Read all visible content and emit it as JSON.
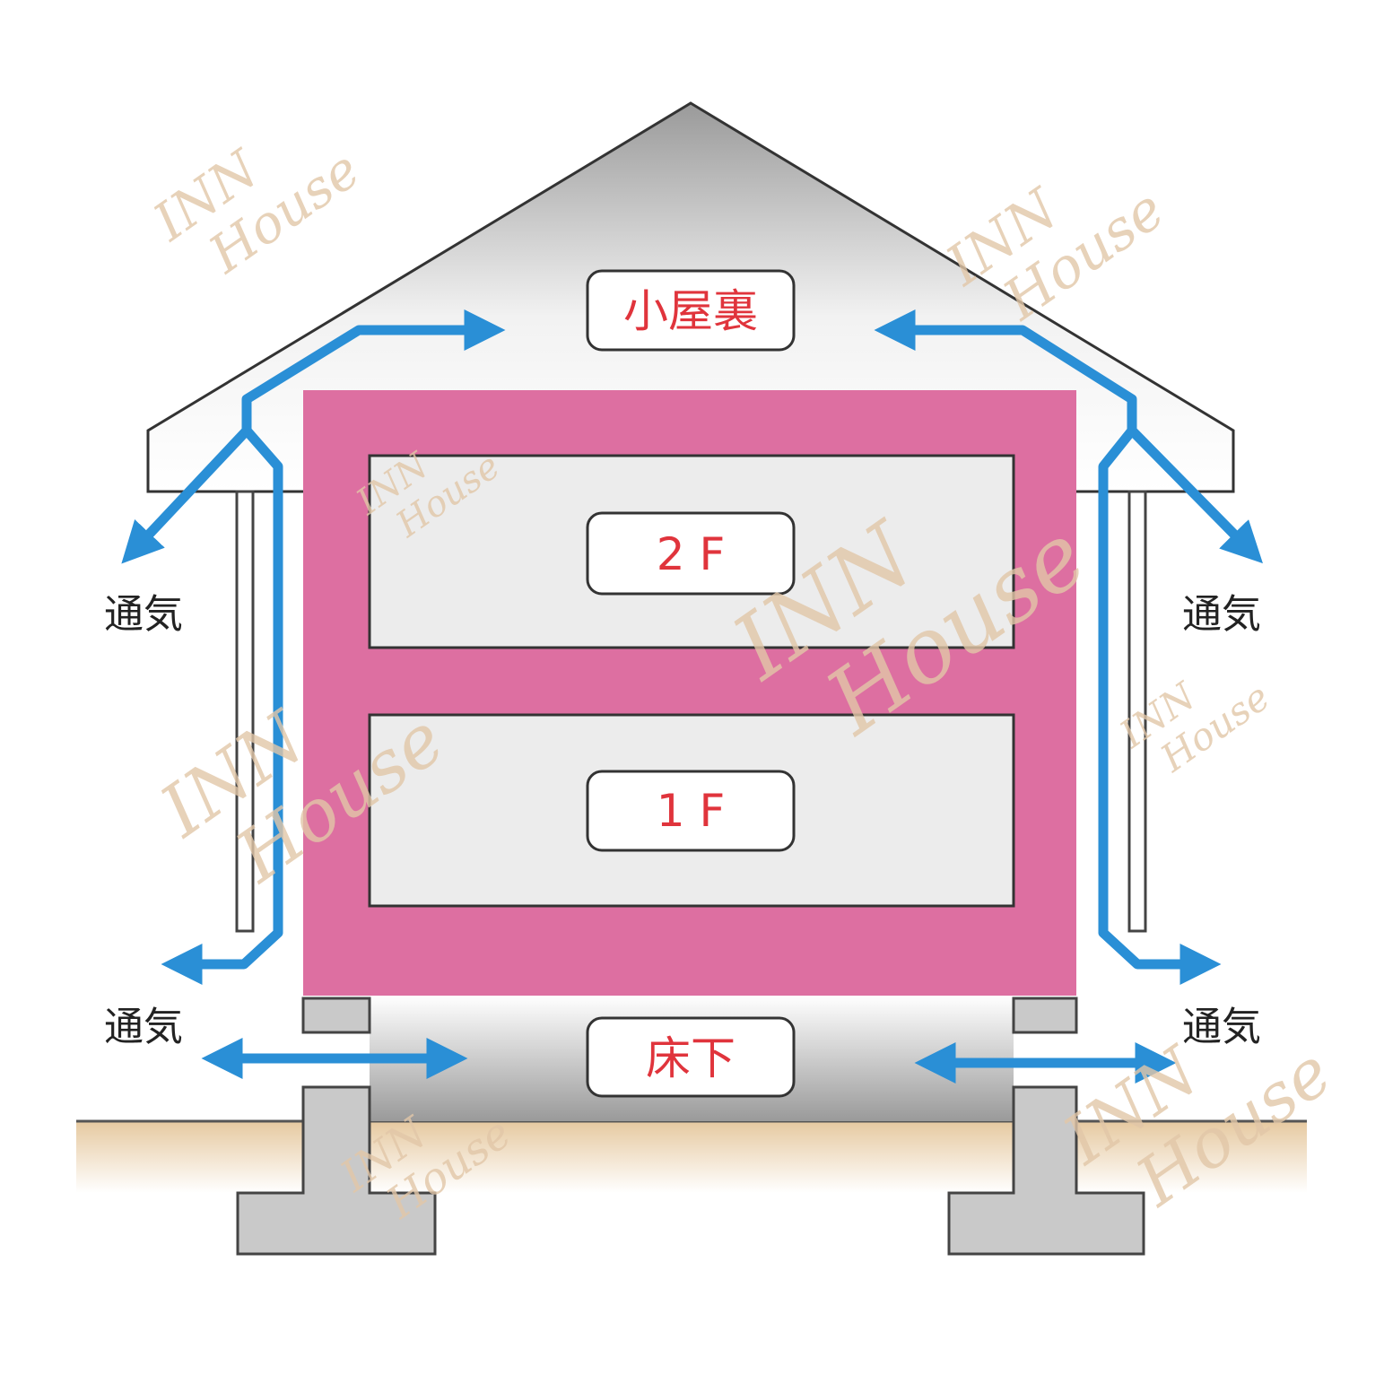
{
  "labels": {
    "attic": "小屋裏",
    "second_floor": "2 F",
    "first_floor": "1 F",
    "underfloor": "床下"
  },
  "ventilation": {
    "upper_left": "通気",
    "upper_right": "通気",
    "lower_left": "通気",
    "lower_right": "通気"
  },
  "watermark": {
    "line1": "INN",
    "line2": "House"
  },
  "colors": {
    "frame": "#dd6fa1",
    "arrow": "#2a8fd6",
    "label_text": "#e0343c",
    "room": "#ececec",
    "foundation": "#c9c9c9"
  }
}
